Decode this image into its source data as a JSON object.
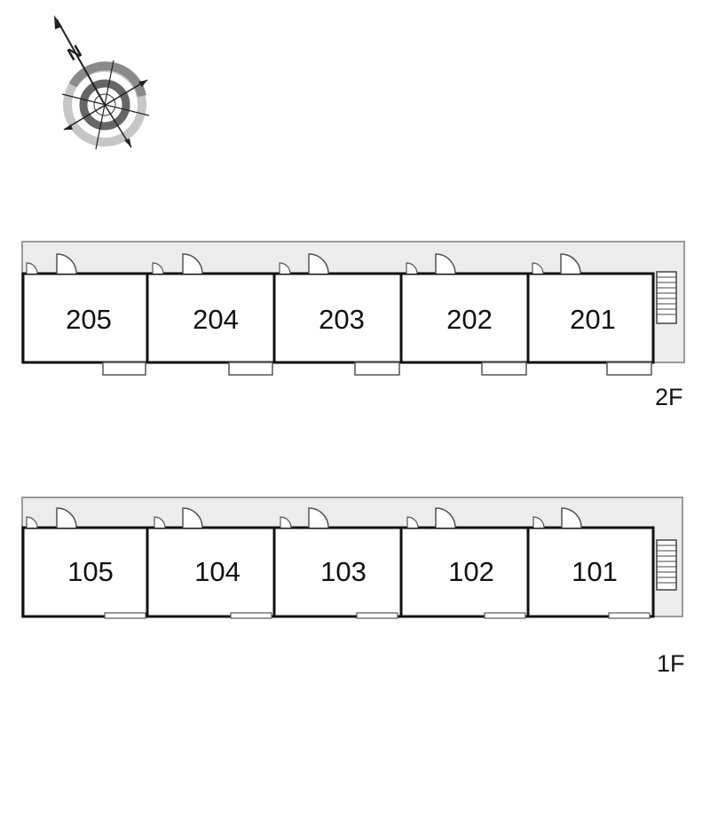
{
  "compass": {
    "north_label": "N",
    "icon": "compass-icon"
  },
  "floors": [
    {
      "id": "2f",
      "label": "2F",
      "units": [
        "205",
        "204",
        "203",
        "202",
        "201"
      ]
    },
    {
      "id": "1f",
      "label": "1F",
      "units": [
        "105",
        "104",
        "103",
        "102",
        "101"
      ]
    }
  ],
  "colors": {
    "corridor": "#ececec",
    "wall": "#111111",
    "door": "#d8d8d8"
  }
}
